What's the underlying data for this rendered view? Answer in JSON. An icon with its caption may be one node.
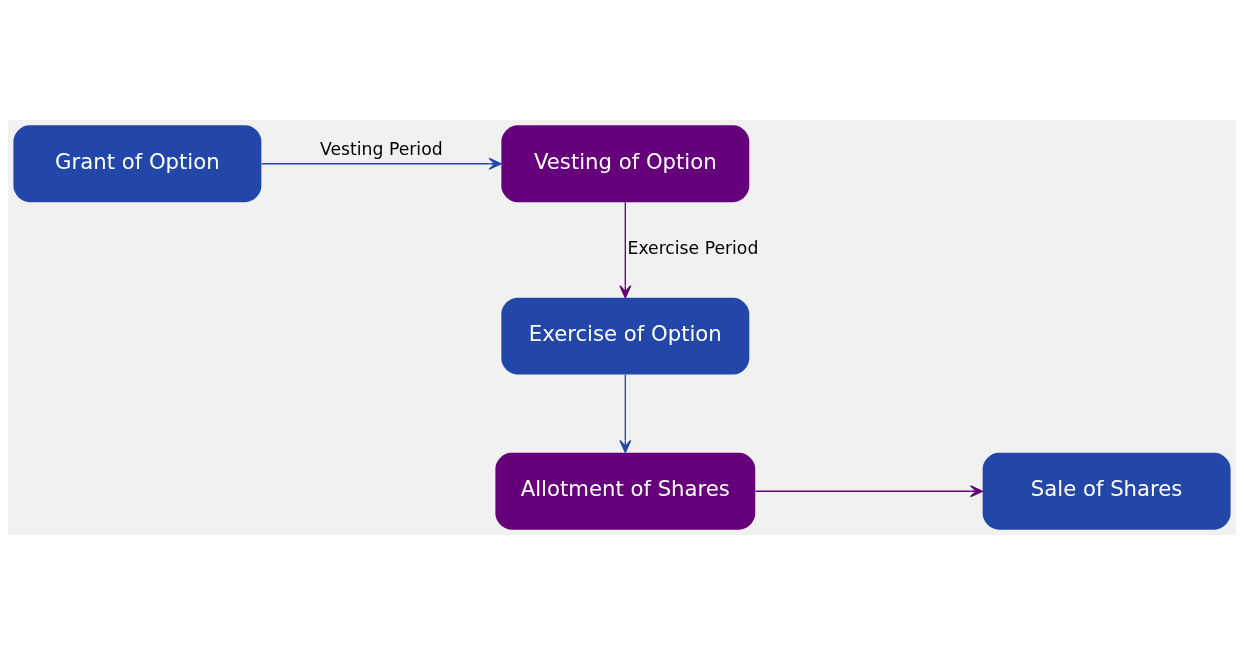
{
  "diagram": {
    "nodes": [
      {
        "text": [
          "Grant of Option"
        ]
      },
      {
        "text": [
          "Vesting of Option"
        ]
      },
      {
        "text": [
          "Exercise of Option"
        ]
      },
      {
        "text": [
          "Allotment of Shares"
        ]
      },
      {
        "text": [
          "Sale of Shares"
        ]
      }
    ],
    "edges": [
      {
        "from": 0,
        "to": 1,
        "arrow": "to",
        "label": "Vesting Period",
        "color": "#2347a8"
      },
      {
        "from": 1,
        "to": 2,
        "arrow": "to",
        "label": "Exercise Period",
        "color": "#65007a"
      },
      {
        "from": 2,
        "to": 3,
        "arrow": "to",
        "color": "#2347a8"
      },
      {
        "from": 3,
        "to": 4,
        "arrow": "to",
        "color": "#65007a"
      }
    ]
  }
}
